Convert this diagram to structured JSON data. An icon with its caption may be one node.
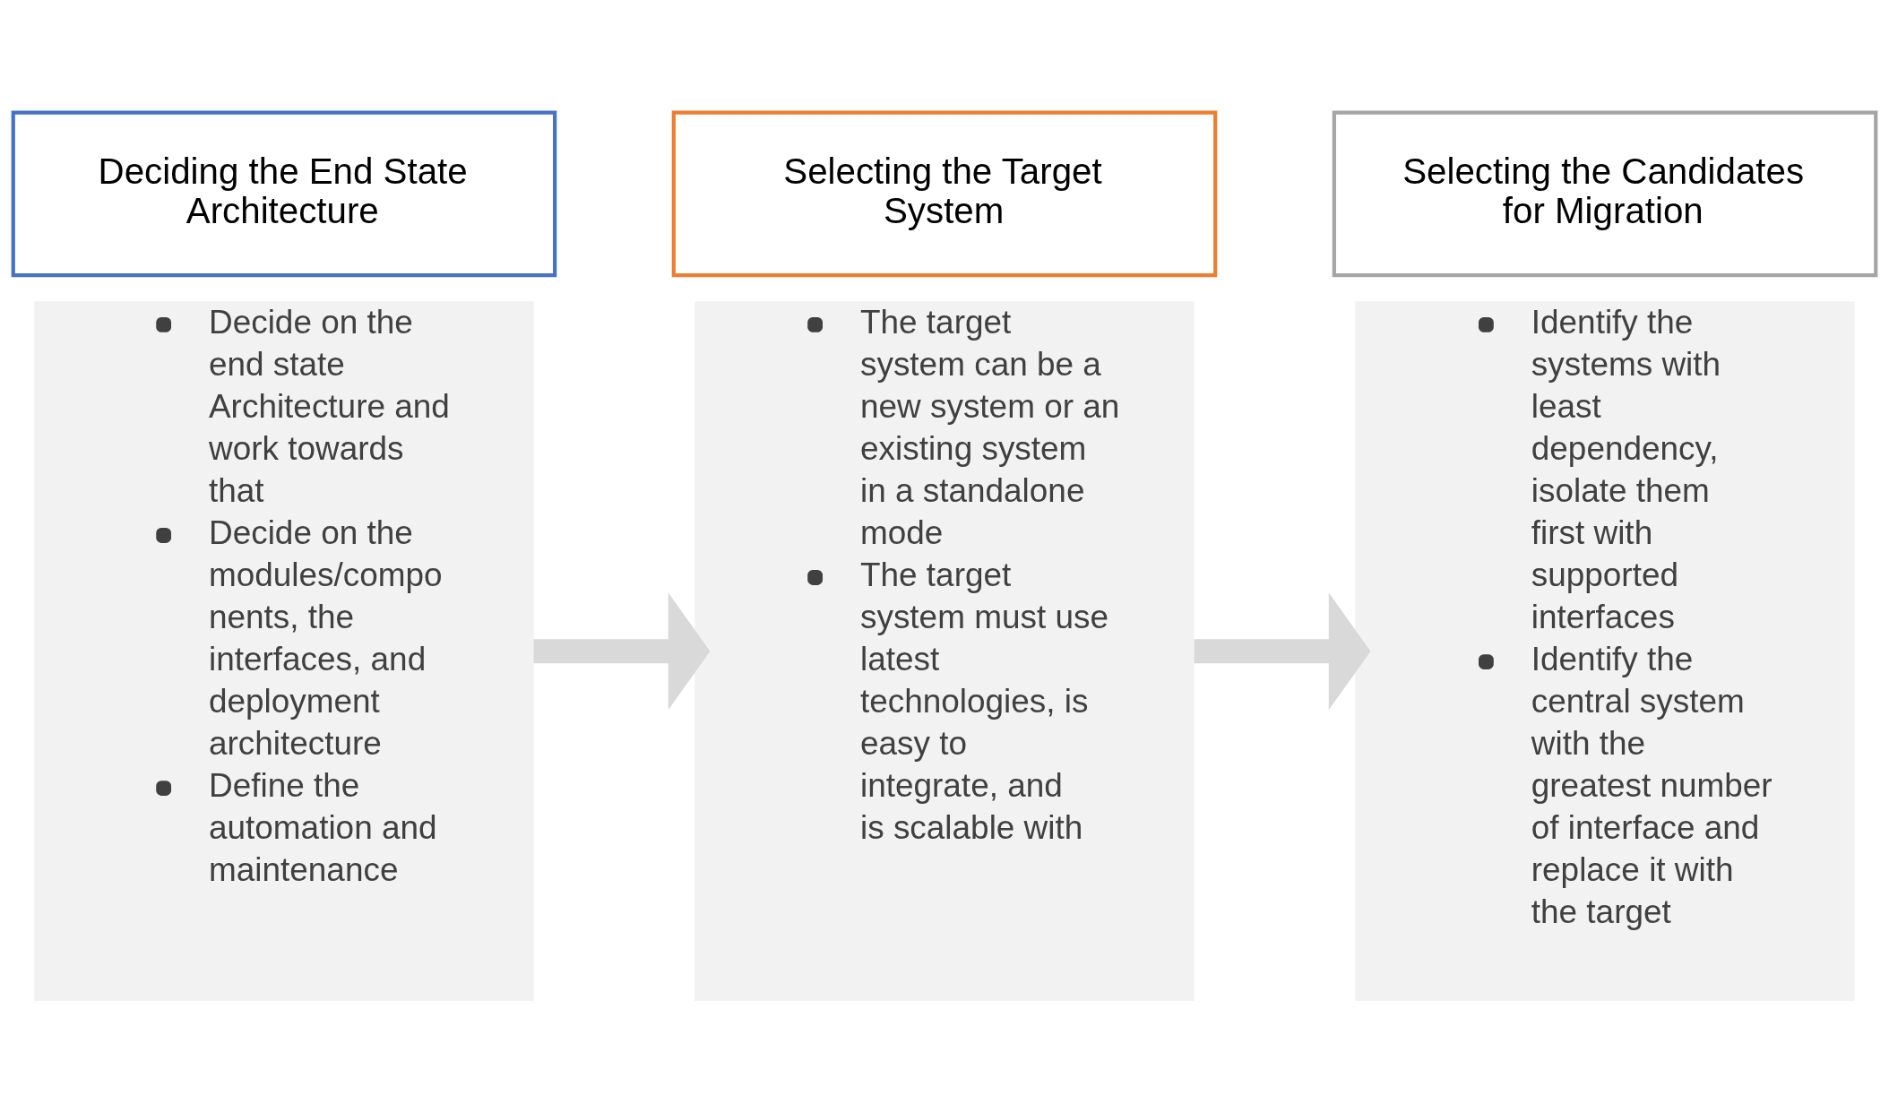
{
  "diagram": {
    "nodes": [
      {
        "text": [
          "Deciding the End State Architecture"
        ]
      },
      {
        "text": [
          "Selecting the Target System"
        ]
      },
      {
        "text": [
          "Selecting the Candidates for Migration"
        ]
      },
      {
        "text": [
          "Decide on the end state Architecture and work towards that",
          "Decide on the modules/compo nents, the interfaces, and deployment architecture",
          "Define the automation and maintenance"
        ]
      },
      {
        "text": [
          "The target system can be a new system or an existing system in a standalone mode",
          "The target system must use latest technologies, is easy to integrate, and is scalable with"
        ]
      },
      {
        "text": [
          "Identify the systems with least dependency, isolate them first with supported interfaces",
          "Identify the central system with the greatest number of interface and replace it with the target"
        ]
      }
    ],
    "edges": [
      {
        "from": 3,
        "to": 4,
        "arrow": "to"
      },
      {
        "from": 4,
        "to": 5,
        "arrow": "to"
      }
    ]
  }
}
